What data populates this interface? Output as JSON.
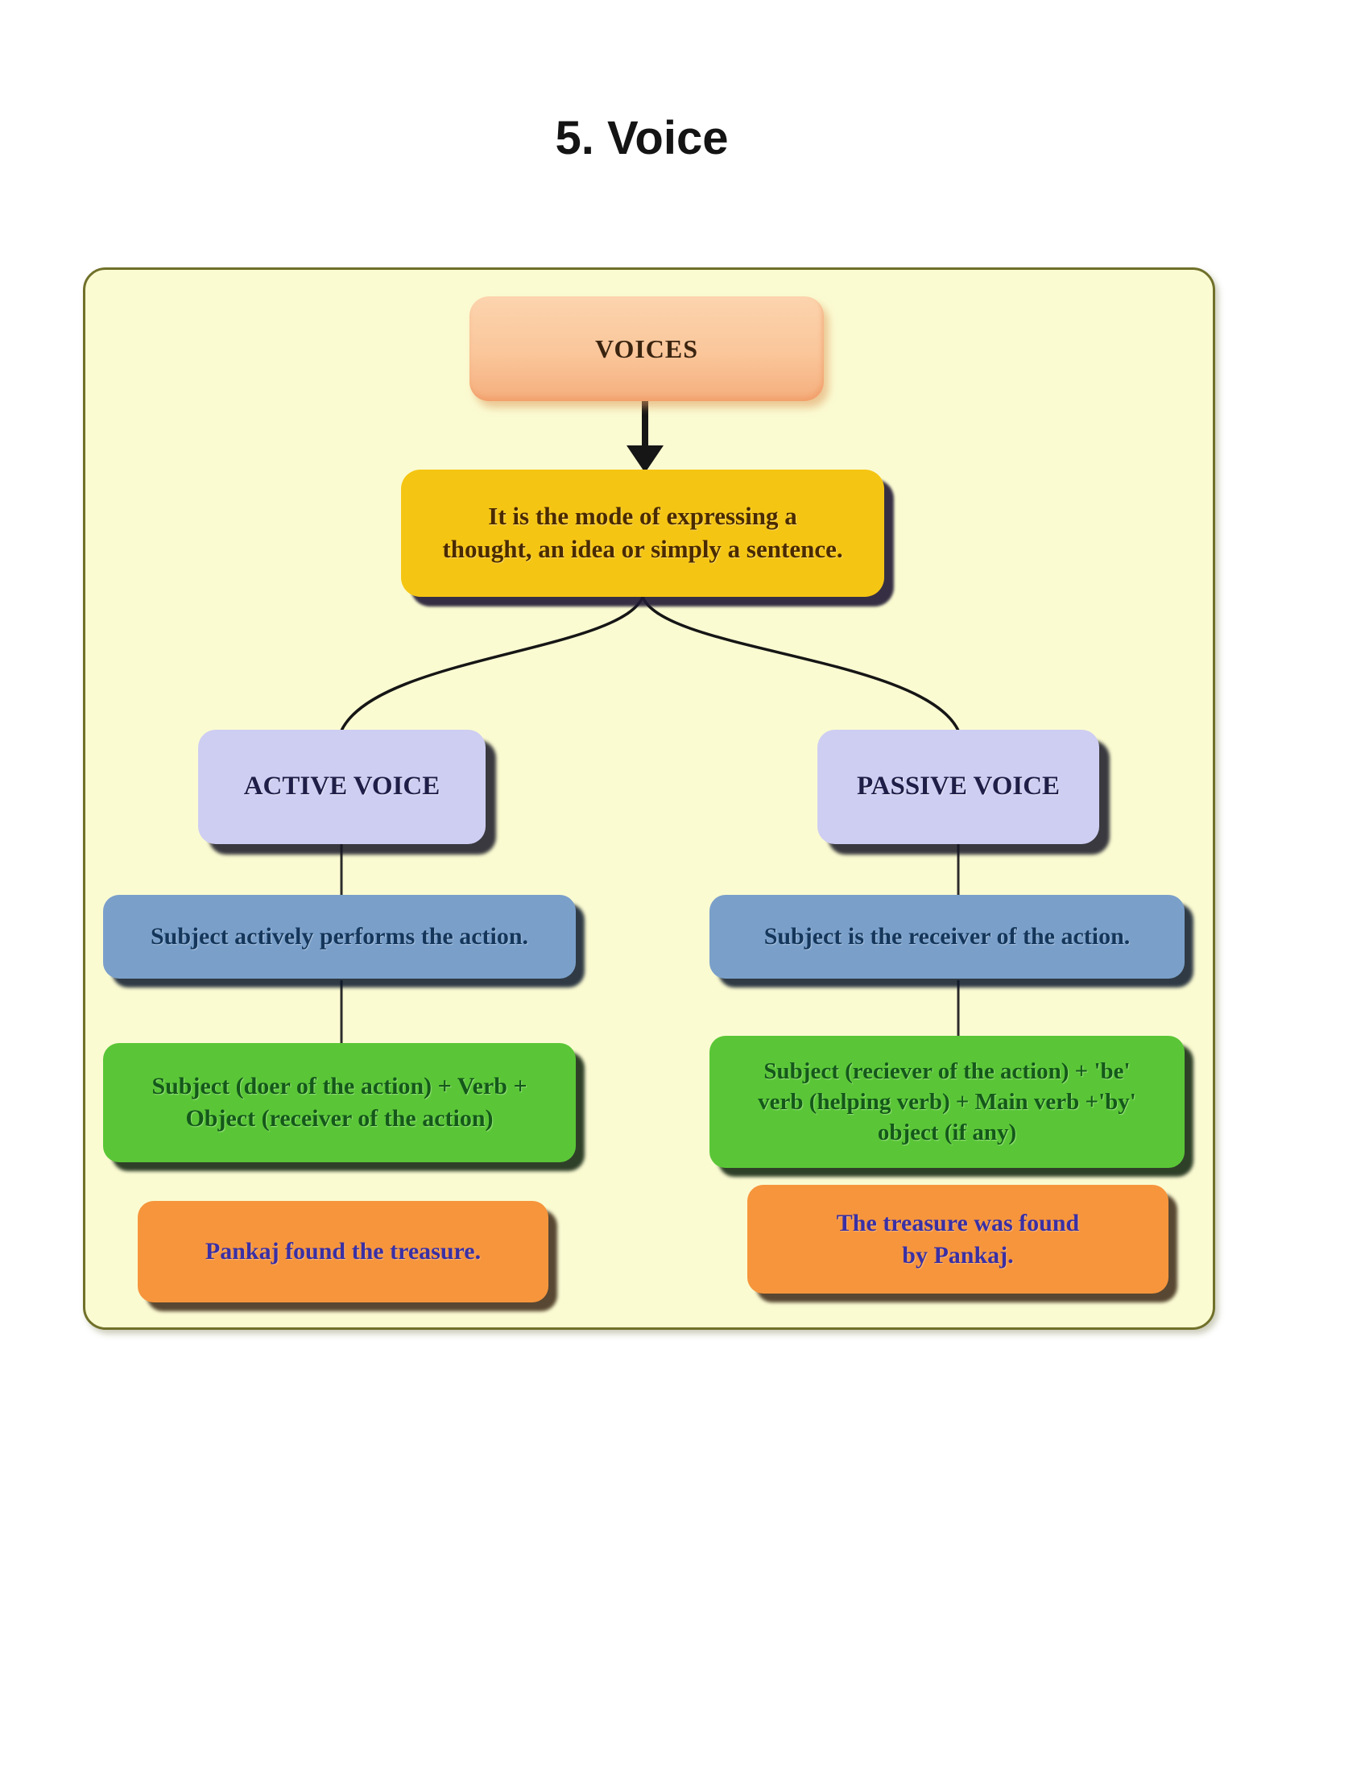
{
  "page": {
    "title": "5. Voice"
  },
  "diagram": {
    "root_label": "VOICES",
    "definition": "It is the mode of expressing a\nthought, an idea or simply a sentence.",
    "active": {
      "heading": "ACTIVE VOICE",
      "description": "Subject actively performs the action.",
      "structure": "Subject (doer of the action) + Verb +\nObject (receiver of the action)",
      "example": "Pankaj found the treasure."
    },
    "passive": {
      "heading": "PASSIVE VOICE",
      "description": "Subject is the receiver of the action.",
      "structure": "Subject (reciever of the action) + 'be'\nverb (helping verb) + Main verb +'by'\nobject (if any)",
      "example": "The treasure was found\nby Pankaj."
    },
    "colors": {
      "panel_background": "#fbfbd2",
      "panel_border": "#70702a",
      "root_fill": "#fac69a",
      "definition_fill": "#f5c513",
      "voice_type_fill": "#cecdf2",
      "description_fill": "#7aa0ca",
      "structure_fill": "#5ac637",
      "example_fill": "#f6953c",
      "connector": "#161616"
    }
  }
}
